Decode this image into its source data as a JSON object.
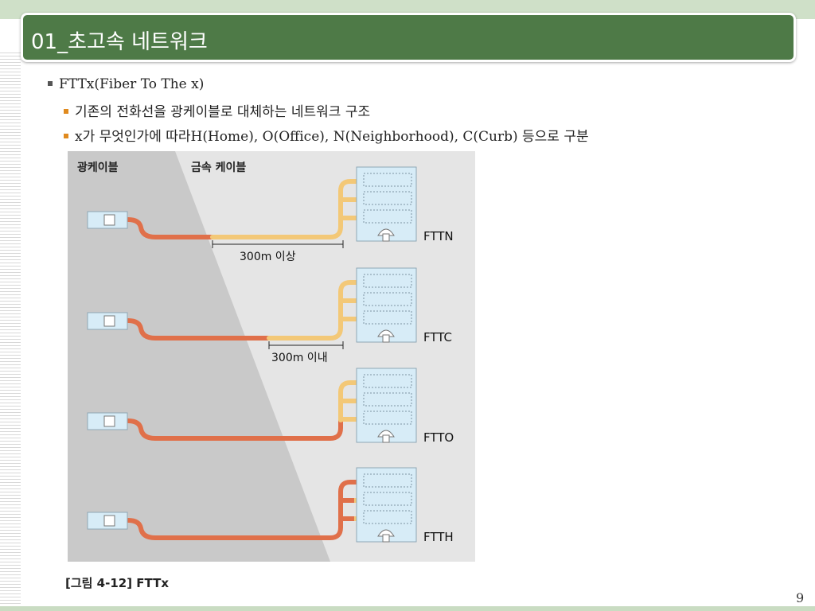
{
  "slide": {
    "title": "01_초고속 네트워크",
    "page_number": "9",
    "colors": {
      "title_bar": "#4e7a47",
      "fiber": "#e0704a",
      "metal": "#f3c877",
      "cabinet": "#d7ecf7"
    }
  },
  "bullets": [
    {
      "text": "FTTx(Fiber To The x)",
      "level": 1
    },
    {
      "text": "기존의 전화선을 광케이블로 대체하는 네트워크 구조",
      "level": 2
    },
    {
      "text": "x가 무엇인가에 따라H(Home), O(Office), N(Neighborhood), C(Curb) 등으로 구분",
      "level": 2
    }
  ],
  "figure": {
    "region_labels": {
      "fiber": "광케이블",
      "metal": "금속 케이블"
    },
    "rows": [
      {
        "label": "FTTN",
        "distance": "300m 이상"
      },
      {
        "label": "FTTC",
        "distance": "300m 이내"
      },
      {
        "label": "FTTO",
        "distance": ""
      },
      {
        "label": "FTTH",
        "distance": ""
      }
    ],
    "caption": "[그림 4-12] FTTx"
  }
}
